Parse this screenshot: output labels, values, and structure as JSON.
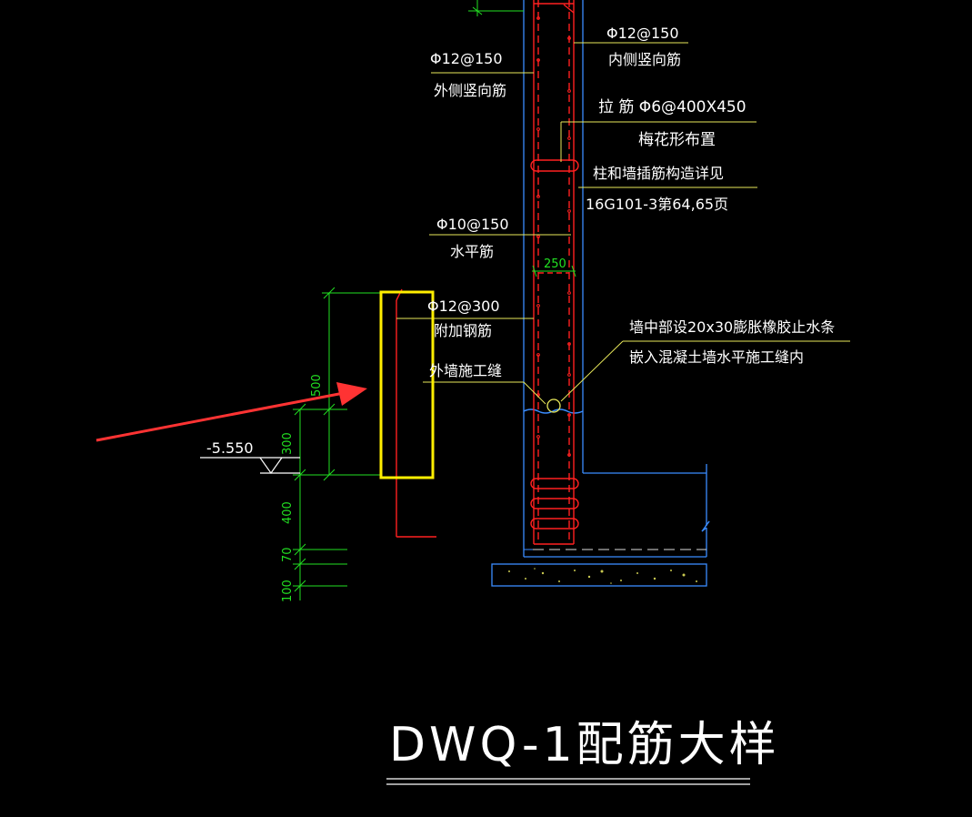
{
  "drawing": {
    "title": "DWQ-1配筋大样",
    "labels": {
      "inner_vertical_spec": "Φ12@150",
      "inner_vertical_name": "内侧竖向筋",
      "outer_vertical_spec": "Φ12@150",
      "outer_vertical_name": "外侧竖向筋",
      "tie_bar_spec": "拉 筋 Φ6@400X450",
      "tie_bar_layout": "梅花形布置",
      "column_ref_1": "柱和墙插筋构造详见",
      "column_ref_2": "16G101-3第64,65页",
      "horizontal_spec": "Φ10@150",
      "horizontal_name": "水平筋",
      "wall_thickness": "250",
      "additional_spec": "Φ12@300",
      "additional_name": "附加钢筋",
      "construction_joint": "外墙施工缝",
      "waterstop_1": "墙中部设20x30膨胀橡胶止水条",
      "waterstop_2": "嵌入混凝土墙水平施工缝内",
      "elevation": "-5.550"
    },
    "dimensions": [
      "500",
      "300",
      "400",
      "70",
      "100"
    ],
    "colors": {
      "background": "#000000",
      "rebar": "#ff2020",
      "concrete_outline": "#3a8cff",
      "dimension": "#22e022",
      "leader": "#e8e85a",
      "highlight_box": "#ffee00",
      "arrow": "#ff3333",
      "text": "#ffffff"
    }
  }
}
